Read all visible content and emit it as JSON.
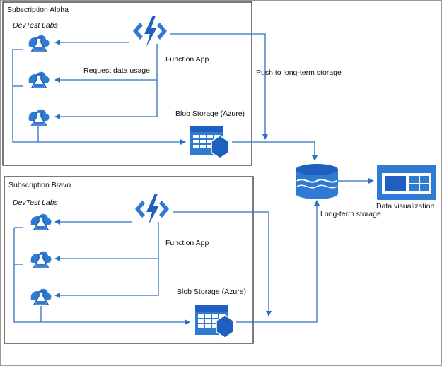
{
  "colors": {
    "accent": "#1f5fbf",
    "icon_blue": "#2e7bd3",
    "frame": "#222222",
    "line": "#2e6fc4",
    "outer_border": "#999999"
  },
  "subscriptions": [
    {
      "title": "Subscription Alpha",
      "labs_label": "DevTest Labs",
      "function_label": "Function App",
      "request_label": "Request data usage",
      "blob_label": "Blob Storage (Azure)"
    },
    {
      "title": "Subscription Bravo",
      "labs_label": "DevTest Labs",
      "function_label": "Function App",
      "blob_label": "Blob Storage (Azure)"
    }
  ],
  "push_label": "Push to long-term storage",
  "longterm_label": "Long-term storage",
  "dataviz_label": "Data visualization",
  "icons": [
    "devtest-lab-icon",
    "function-app-icon",
    "blob-storage-icon",
    "sql-database-icon",
    "dashboard-icon"
  ]
}
